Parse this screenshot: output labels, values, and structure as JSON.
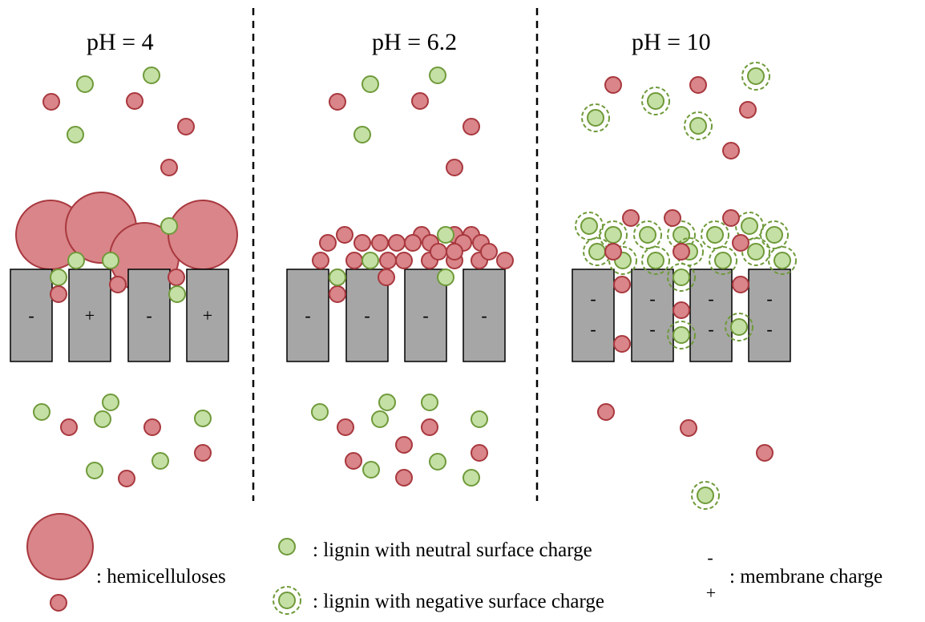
{
  "panels": [
    {
      "title": "pH = 4",
      "membrane_charges": [
        "-",
        "+",
        "-",
        "+"
      ]
    },
    {
      "title": "pH = 6.2",
      "membrane_charges": [
        "-",
        "-",
        "-",
        "-"
      ]
    },
    {
      "title": "pH = 10",
      "membrane_charges": [
        "-",
        "-",
        "-",
        "-",
        "-",
        "-",
        "-",
        "-"
      ]
    }
  ],
  "legend": {
    "hemicelluloses": ": hemicelluloses",
    "lignin_neutral": ": lignin with neutral surface charge",
    "lignin_negative": ": lignin with negative surface charge",
    "membrane_charge": ": membrane charge",
    "minus_symbol": "-",
    "plus_symbol": "+"
  },
  "colors": {
    "hemicellulose_fill": "#d9858a",
    "hemicellulose_stroke": "#a8383e",
    "lignin_fill": "#c5e0a5",
    "lignin_stroke": "#6f9a3a",
    "membrane_fill": "#a6a6a6",
    "membrane_stroke": "#000000"
  }
}
